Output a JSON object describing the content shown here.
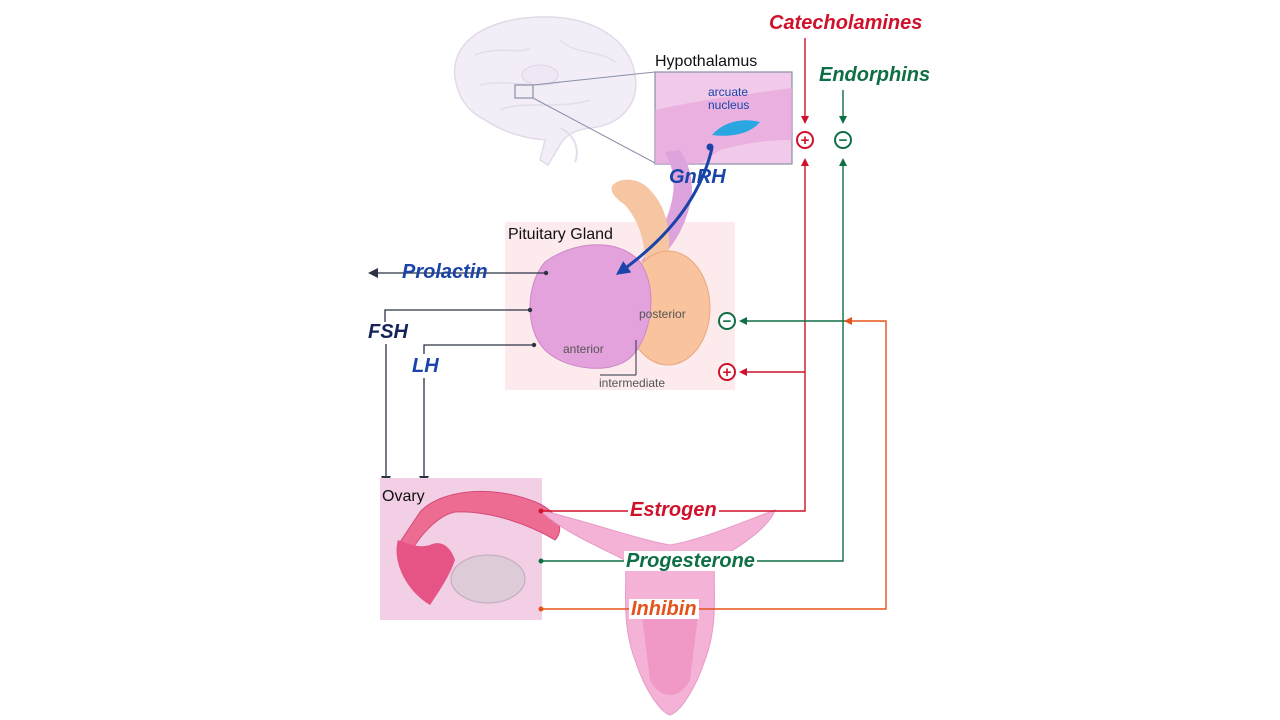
{
  "labels": {
    "catecholamines": "Catecholamines",
    "endorphins": "Endorphins",
    "hypothalamus": "Hypothalamus",
    "arcuate_line1": "arcuate",
    "arcuate_line2": "nucleus",
    "gnrh": "GnRH",
    "pituitary_gland": "Pituitary Gland",
    "prolactin": "Prolactin",
    "fsh": "FSH",
    "lh": "LH",
    "posterior": "posterior",
    "anterior": "anterior",
    "intermediate": "intermediate",
    "ovary": "Ovary",
    "estrogen": "Estrogen",
    "progesterone": "Progesterone",
    "inhibin": "Inhibin"
  },
  "signs": {
    "plus": "+",
    "minus": "−"
  },
  "colors": {
    "red": "#d0112b",
    "green": "#0e6f45",
    "blue": "#1a44a8",
    "navy": "#14245a",
    "orange": "#e5531b",
    "dark_line": "#2c3345"
  }
}
